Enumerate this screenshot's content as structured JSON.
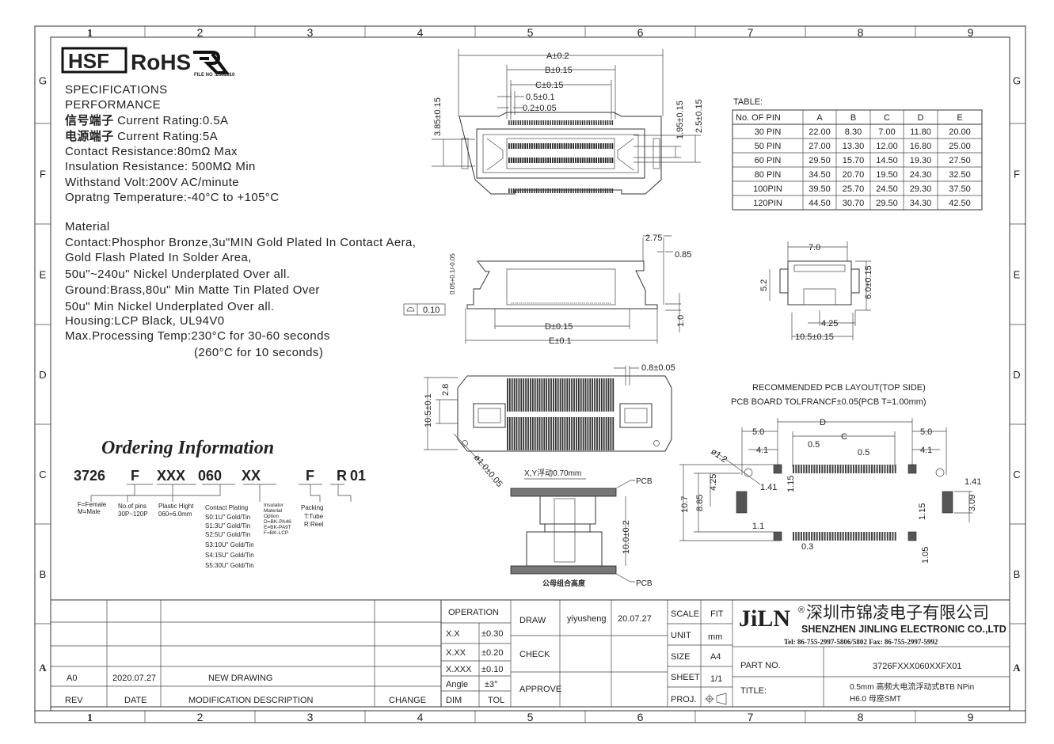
{
  "frame": {
    "columns": [
      "1",
      "2",
      "3",
      "4",
      "5",
      "6",
      "7",
      "8",
      "9"
    ],
    "rows": [
      "G",
      "F",
      "E",
      "D",
      "C",
      "B",
      "A"
    ]
  },
  "logos": {
    "hsf": "HSF",
    "rohs": "RoHS",
    "ul_file": "FILE NO :E362810"
  },
  "specs": {
    "title": "SPECIFICATIONS",
    "performance": "PERFORMANCE",
    "signal_prefix": "信号端子",
    "signal_text": " Current Rating:0.5A",
    "power_prefix": "电源端子",
    "power_text": " Current Rating:5A",
    "contact_resistance": "Contact Resistance:80mΩ Max",
    "insulation": "Insulation Resistance:   500MΩ Min",
    "withstand": "Withstand Volt:200V AC/minute",
    "temperature": "Opratng Temperature:-40°C to +105°C"
  },
  "material": {
    "title": "Material",
    "lines": [
      "Contact:Phosphor Bronze,3u\"MIN Gold Plated In Contact Aera,",
      "Gold Flash Plated In Solder Area,",
      "50u\"~240u\" Nickel Underplated Over all.",
      "Ground:Brass,80u\" Min Matte Tin Plated Over",
      "50u\" Min Nickel Underplated Over all.",
      "Housing:LCP Black, UL94V0",
      "Max.Processing Temp:230°C for 30-60 seconds",
      "(260°C for 10 seconds)"
    ]
  },
  "ordering": {
    "title": "Ordering Information",
    "code": [
      "3726",
      "F",
      "XXX",
      "060",
      "XX",
      "F",
      "R",
      "01"
    ],
    "legend": {
      "gender": [
        "F=Female",
        "M=Male"
      ],
      "pins": [
        "No.of  pins",
        "30P~120P"
      ],
      "height": [
        "Plastic  Hight",
        "060=6.0mm"
      ],
      "plating": [
        "Contact  Plating",
        "S0:1U\"  Gold/Tin",
        "S1:3U\"  Gold/Tin",
        "S2:5U\"  Gold/Tin",
        "S3:10U\"  Gold/Tin",
        "S4:15U\"  Gold/Tin",
        "S5:30U\"  Gold/Tin"
      ],
      "insulator": [
        "Insulator",
        "Material",
        "Option",
        "D=BK-PA46",
        "E=BK-PA9T",
        "F=BK-LCP"
      ],
      "packing": [
        "Packing",
        "T:Tube",
        "R:Reel"
      ]
    }
  },
  "table": {
    "label": "TABLE:",
    "headers": [
      "No.  OF  PIN",
      "A",
      "B",
      "C",
      "D",
      "E"
    ],
    "rows": [
      [
        "30 PIN",
        "22.00",
        "8.30",
        "7.00",
        "11.80",
        "20.00"
      ],
      [
        "50 PIN",
        "27.00",
        "13.30",
        "12.00",
        "16.80",
        "25.00"
      ],
      [
        "60 PIN",
        "29.50",
        "15.70",
        "14.50",
        "19.30",
        "27.50"
      ],
      [
        "80 PIN",
        "34.50",
        "20.70",
        "19.50",
        "24.30",
        "32.50"
      ],
      [
        "100PIN",
        "39.50",
        "25.70",
        "24.50",
        "29.30",
        "37.50"
      ],
      [
        "120PIN",
        "44.50",
        "30.70",
        "29.50",
        "34.30",
        "42.50"
      ]
    ]
  },
  "dims": {
    "top_view": [
      "A±0.2",
      "B±0.15",
      "C±0.15",
      "0.5±0.1",
      "0.2±0.05",
      "3.85±0.15",
      "1.95±0.15",
      "2.5±0.15"
    ],
    "side_view": [
      "2.75",
      "0.85",
      "0.05+0.1/-0.05",
      "0.10",
      "D±0.15",
      "E±0.1",
      "1.0"
    ],
    "end_view": [
      "7.0",
      "5.2",
      "6.0±0.15",
      "4.25",
      "10.5±0.15"
    ],
    "bottom_view": [
      "0.8±0.05",
      "10.5±0.1",
      "2.8",
      "ø1.0±0.05"
    ],
    "stack_view": [
      "X,Y浮动0.70mm",
      "PCB",
      "10.0±0.2",
      "PCB",
      "公母组合高度"
    ],
    "pcb_layout": {
      "title": "RECOMMENDED  PCB  LAYOUT(TOP  SIDE)",
      "subtitle": "PCB  BOARD  TOLFRANCF±0.05(PCB  T=1.00mm)",
      "labels": [
        "D",
        "C",
        "5.0",
        "5.0",
        "4.1",
        "4.1",
        "0.5",
        "0.5",
        "ø1.2",
        "1.41",
        "1.41",
        "1.15",
        "1.15",
        "4.25",
        "8.85",
        "10.7",
        "3.09",
        "1.1",
        "0.3",
        "1.05"
      ]
    }
  },
  "revision": {
    "rev": "A0",
    "date": "2020.07.27",
    "description": "NEW  DRAWING",
    "headers": {
      "rev": "REV",
      "date": "DATE",
      "modification": "MODIFICATION  DESCRIPTION",
      "change": "CHANGE"
    }
  },
  "tolerance": {
    "operation": "OPERATION",
    "rows": [
      [
        "X.X",
        "±0.30"
      ],
      [
        "X.XX",
        "±0.20"
      ],
      [
        "X.XXX",
        "±0.10"
      ],
      [
        "Angle",
        "±3°"
      ]
    ],
    "dim": "DIM",
    "tol": "TOL"
  },
  "approval": {
    "draw": "DRAW",
    "drawer": "yiyusheng",
    "draw_date": "20.07.27",
    "check": "CHECK",
    "approve": "APPROVE"
  },
  "sheet_info": {
    "scale_label": "SCALE",
    "scale": "FIT",
    "unit_label": "UNIT",
    "unit": "mm",
    "size_label": "SIZE",
    "size": "A4",
    "sheet_label": "SHEET",
    "sheet": "1/1",
    "proj_label": "PROJ."
  },
  "company": {
    "logo": "JiLN",
    "name_cn": "深圳市锦凌电子有限公司",
    "name_en": "SHENZHEN JINLING ELECTRONIC CO.,LTD",
    "contact": "Tel: 86-755-2997-5806/5802   Fax: 86-755-2997-5992",
    "part_no_label": "PART NO.",
    "part_no": "3726FXXX060XXFX01",
    "title_label": "TITLE:",
    "title_line1": "0.5mm 高频大电流浮动式BTB NPin",
    "title_line2": "H6.0 母座SMT"
  }
}
